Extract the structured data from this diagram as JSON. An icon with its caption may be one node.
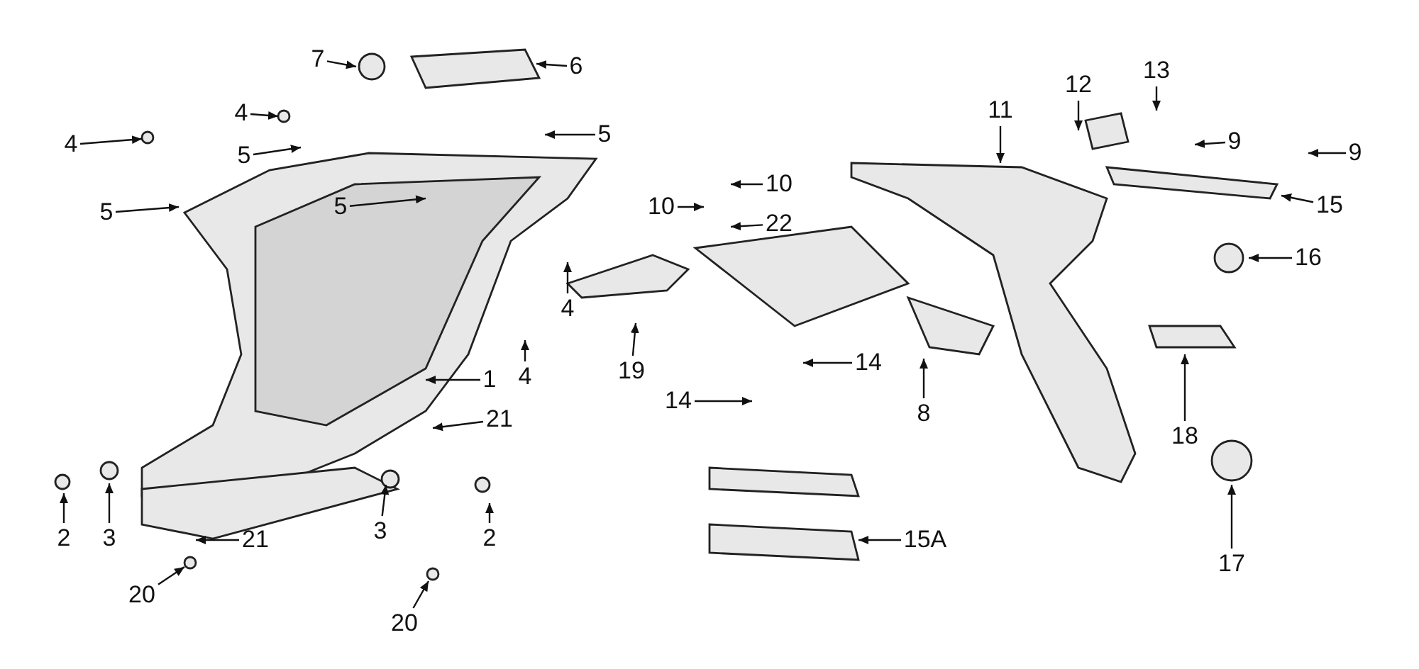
{
  "diagram": {
    "nodes": [
      {
        "text": [
          "7"
        ]
      },
      {
        "text": [
          "6"
        ]
      },
      {
        "text": [
          "4"
        ]
      },
      {
        "text": [
          "4"
        ]
      },
      {
        "text": [
          "5"
        ]
      },
      {
        "text": [
          "5"
        ]
      },
      {
        "text": [
          "5"
        ]
      },
      {
        "text": [
          "5"
        ]
      },
      {
        "text": [
          "4"
        ]
      },
      {
        "text": [
          "4"
        ]
      },
      {
        "text": [
          "1"
        ]
      },
      {
        "text": [
          "19"
        ]
      },
      {
        "text": [
          "10"
        ]
      },
      {
        "text": [
          "10"
        ]
      },
      {
        "text": [
          "22"
        ]
      },
      {
        "text": [
          "14"
        ]
      },
      {
        "text": [
          "14"
        ]
      },
      {
        "text": [
          "8"
        ]
      },
      {
        "text": [
          "11"
        ]
      },
      {
        "text": [
          "12"
        ]
      },
      {
        "text": [
          "13"
        ]
      },
      {
        "text": [
          "9"
        ]
      },
      {
        "text": [
          "9"
        ]
      },
      {
        "text": [
          "15"
        ]
      },
      {
        "text": [
          "16"
        ]
      },
      {
        "text": [
          "18"
        ]
      },
      {
        "text": [
          "17"
        ]
      },
      {
        "text": [
          "15A"
        ]
      },
      {
        "text": [
          "21"
        ]
      },
      {
        "text": [
          "21"
        ]
      },
      {
        "text": [
          "2"
        ]
      },
      {
        "text": [
          "3"
        ]
      },
      {
        "text": [
          "3"
        ]
      },
      {
        "text": [
          "2"
        ]
      },
      {
        "text": [
          "20"
        ]
      },
      {
        "text": [
          "20"
        ]
      }
    ],
    "edges": [
      {
        "from": 0,
        "to": null,
        "arrow": "to"
      },
      {
        "from": 1,
        "to": null,
        "arrow": "to"
      },
      {
        "from": 2,
        "to": null,
        "arrow": "to"
      },
      {
        "from": 3,
        "to": null,
        "arrow": "to"
      },
      {
        "from": 4,
        "to": null,
        "arrow": "to"
      },
      {
        "from": 5,
        "to": null,
        "arrow": "to"
      },
      {
        "from": 6,
        "to": null,
        "arrow": "to"
      },
      {
        "from": 7,
        "to": null,
        "arrow": "to"
      },
      {
        "from": 8,
        "to": null,
        "arrow": "to"
      },
      {
        "from": 9,
        "to": null,
        "arrow": "to"
      },
      {
        "from": 10,
        "to": null,
        "arrow": "to"
      },
      {
        "from": 11,
        "to": null,
        "arrow": "to"
      },
      {
        "from": 12,
        "to": null,
        "arrow": "to"
      },
      {
        "from": 13,
        "to": null,
        "arrow": "to"
      },
      {
        "from": 14,
        "to": null,
        "arrow": "to"
      },
      {
        "from": 15,
        "to": null,
        "arrow": "to"
      },
      {
        "from": 16,
        "to": null,
        "arrow": "to"
      },
      {
        "from": 17,
        "to": null,
        "arrow": "to"
      },
      {
        "from": 18,
        "to": null,
        "arrow": "to"
      },
      {
        "from": 19,
        "to": null,
        "arrow": "to"
      },
      {
        "from": 20,
        "to": null,
        "arrow": "to"
      },
      {
        "from": 21,
        "to": null,
        "arrow": "to"
      },
      {
        "from": 22,
        "to": null,
        "arrow": "to"
      },
      {
        "from": 23,
        "to": null,
        "arrow": "to"
      },
      {
        "from": 24,
        "to": null,
        "arrow": "to"
      },
      {
        "from": 25,
        "to": null,
        "arrow": "to"
      },
      {
        "from": 26,
        "to": null,
        "arrow": "to"
      },
      {
        "from": 27,
        "to": null,
        "arrow": "to"
      },
      {
        "from": 28,
        "to": null,
        "arrow": "to"
      },
      {
        "from": 29,
        "to": null,
        "arrow": "to"
      },
      {
        "from": 30,
        "to": null,
        "arrow": "to"
      },
      {
        "from": 31,
        "to": null,
        "arrow": "to"
      },
      {
        "from": 32,
        "to": null,
        "arrow": "to"
      },
      {
        "from": 33,
        "to": null,
        "arrow": "to"
      },
      {
        "from": 34,
        "to": null,
        "arrow": "to"
      },
      {
        "from": 35,
        "to": null,
        "arrow": "to"
      }
    ]
  }
}
